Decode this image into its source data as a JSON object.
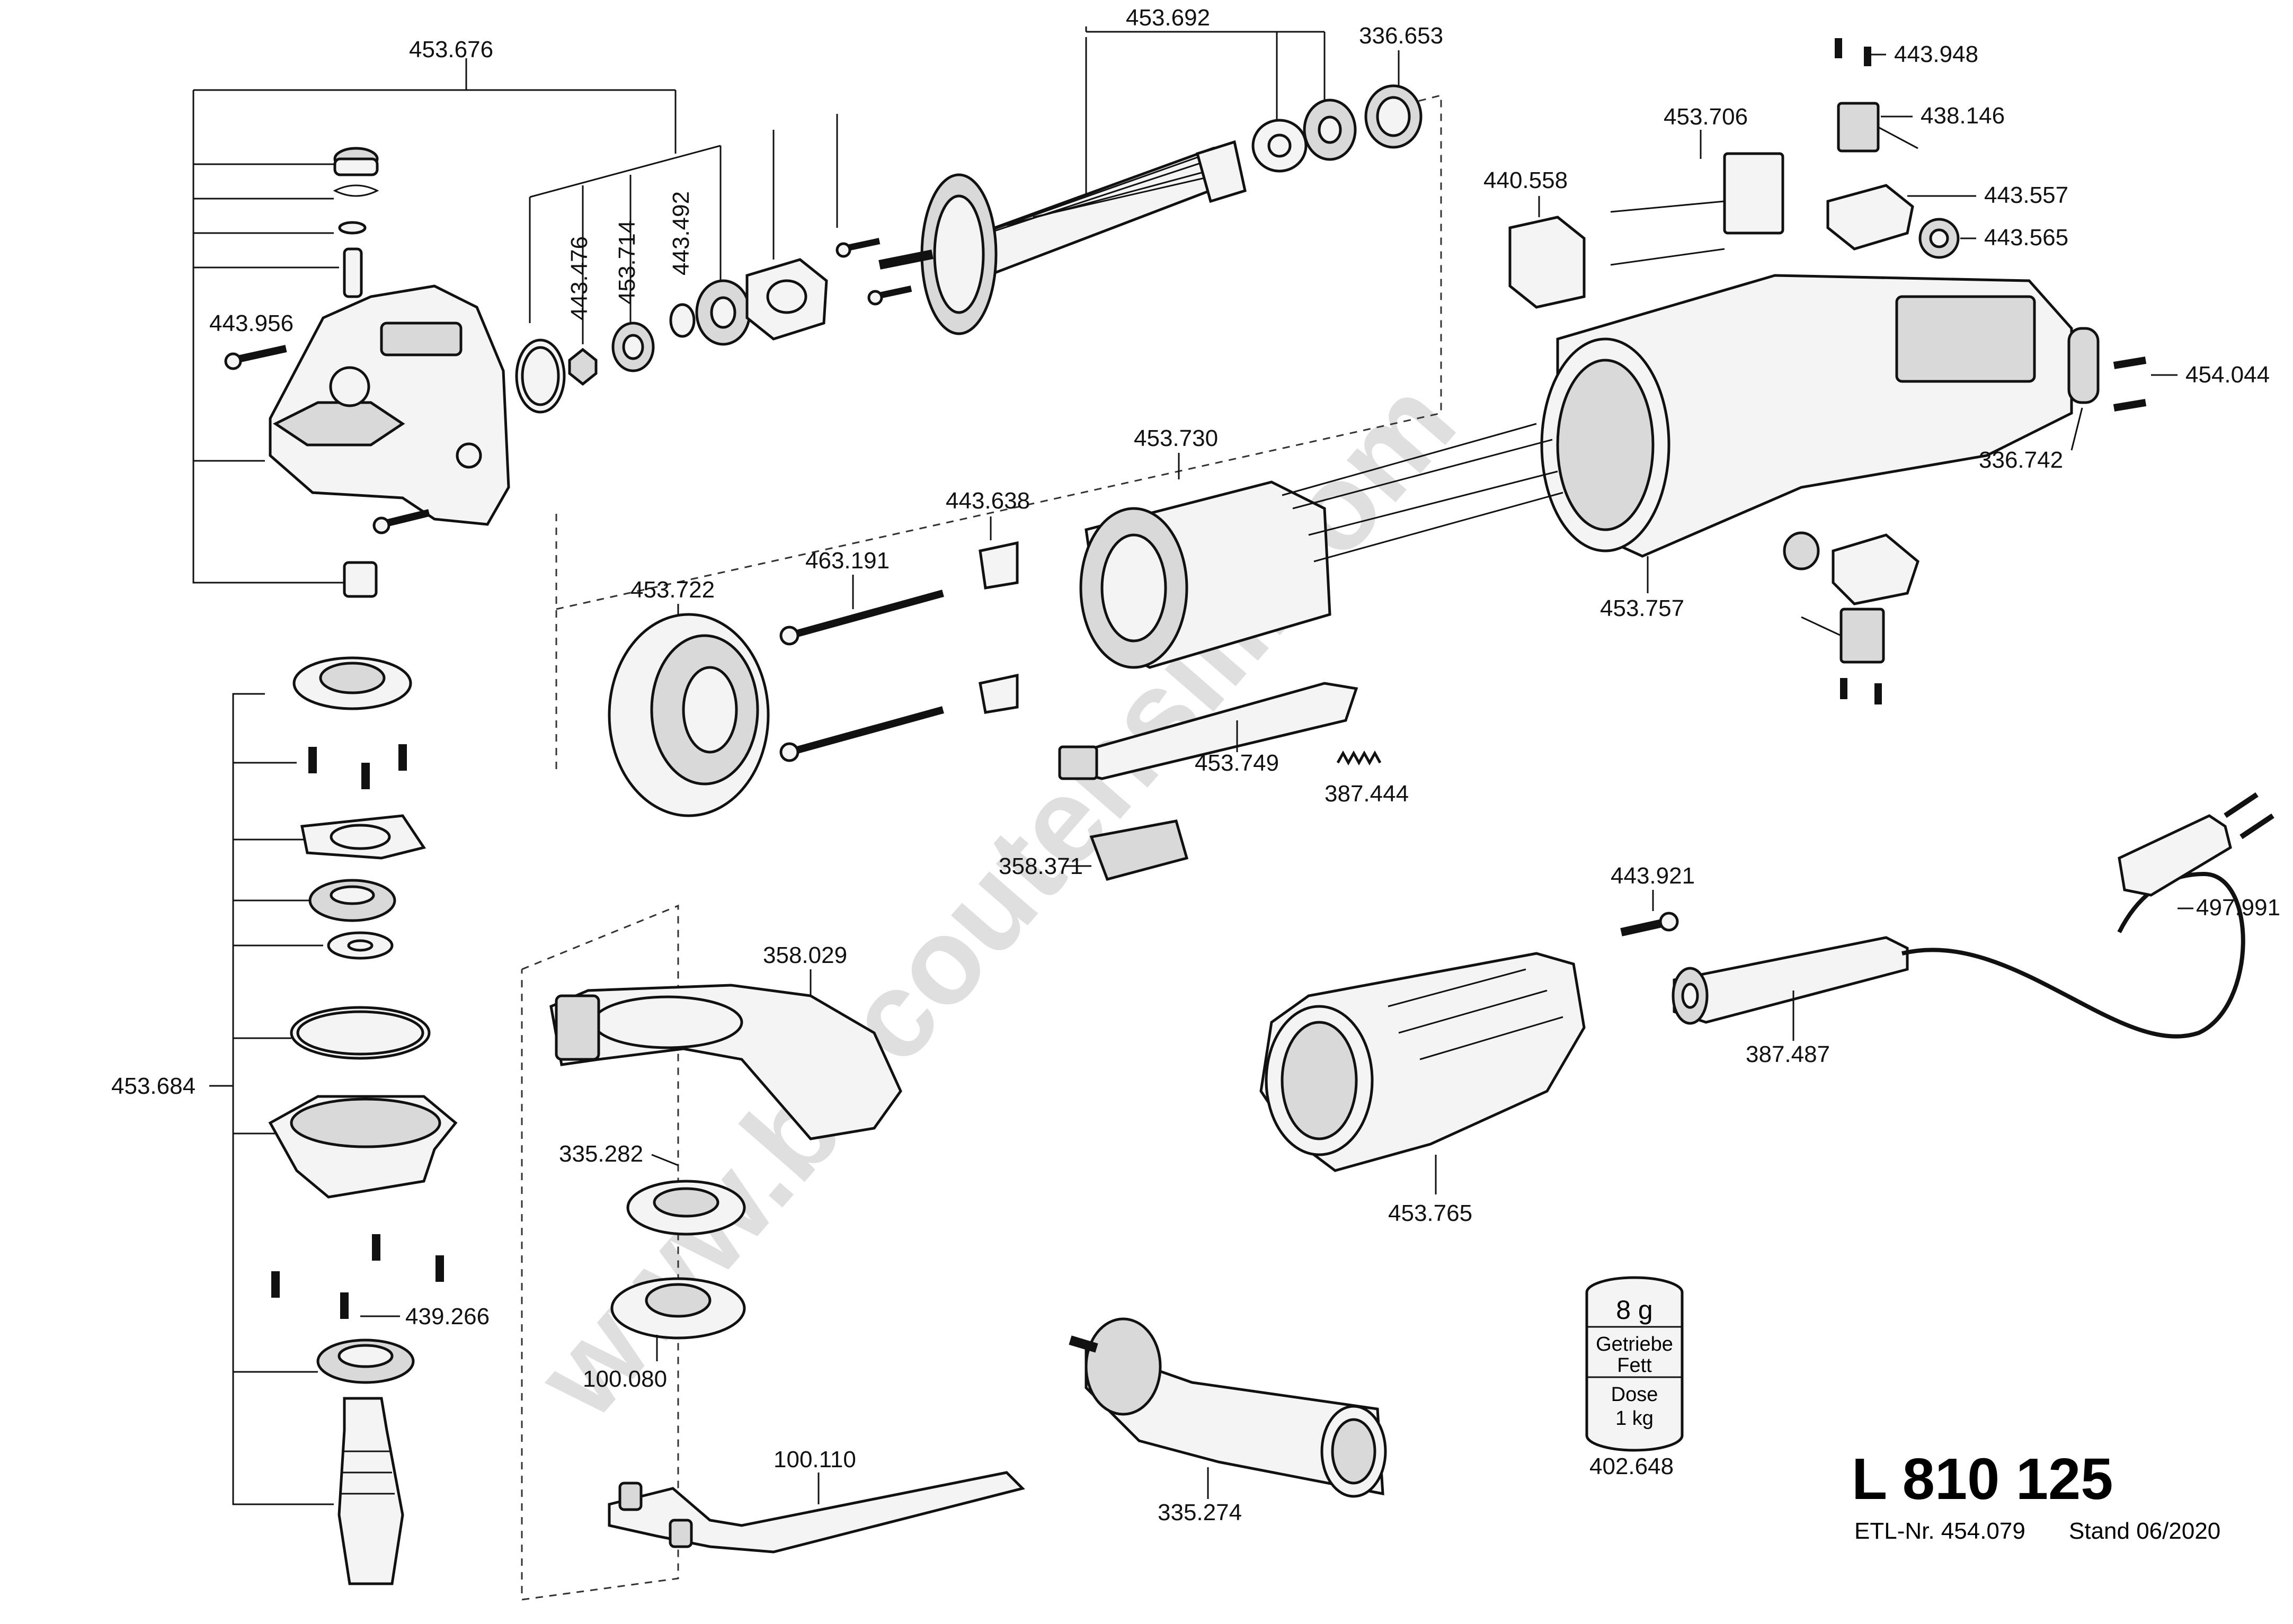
{
  "labels": {
    "p453676": "453.676",
    "p453692": "453.692",
    "p336653": "336.653",
    "p443948": "443.948",
    "p453706": "453.706",
    "p438146": "438.146",
    "p440558": "440.558",
    "p443557": "443.557",
    "p443565": "443.565",
    "p443476": "443.476",
    "p453714": "453.714",
    "p443492": "443.492",
    "p443956": "443.956",
    "p454044": "454.044",
    "p336742": "336.742",
    "p453730": "453.730",
    "p443638": "443.638",
    "p463191": "463.191",
    "p453722": "453.722",
    "p453757": "453.757",
    "p453749": "453.749",
    "p387444": "387.444",
    "p358371": "358.371",
    "p443921": "443.921",
    "p497991": "497.991",
    "p358029": "358.029",
    "p453684": "453.684",
    "p387487": "387.487",
    "p335282": "335.282",
    "p453765": "453.765",
    "p439266": "439.266",
    "p100080": "100.080",
    "p402648": "402.648",
    "p100110": "100.110",
    "p335274": "335.274"
  },
  "grease_can": {
    "weight": "8 g",
    "line1": "Getriebe",
    "line2": "Fett",
    "line3": "Dose",
    "line4": "1 kg"
  },
  "footer": {
    "model": "L 810 125",
    "etl": "ETL-Nr. 454.079",
    "stand": "Stand 06/2020"
  },
  "watermark": "www.bricoutensili.com"
}
